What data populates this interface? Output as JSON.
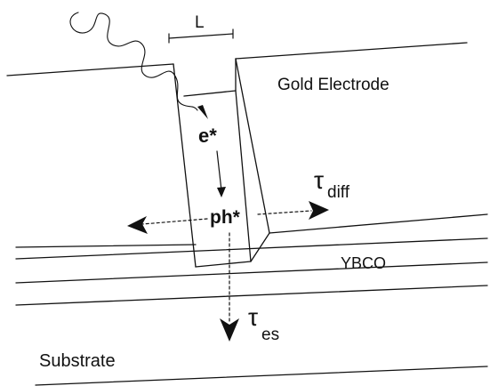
{
  "labels": {
    "length": "L",
    "gold_electrode": "Gold Electrode",
    "electron": "e*",
    "phonon": "ph*",
    "tau_symbol": "τ",
    "diff_subscript": "diff",
    "es_subscript": "es",
    "ybco": "YBCO",
    "substrate": "Substrate"
  }
}
